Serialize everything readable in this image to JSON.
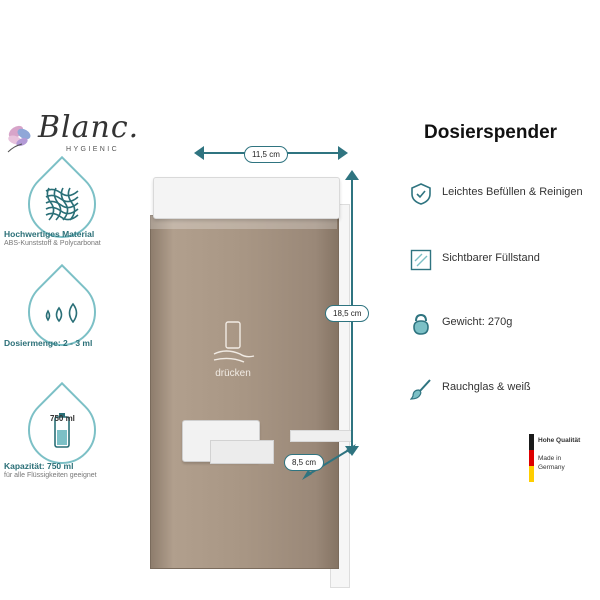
{
  "brand": {
    "name": "Blanc.",
    "tagline": "HYGIENIC"
  },
  "left_features": [
    {
      "title": "Hochwertiges Material",
      "subtitle": "ABS-Kunststoff & Polycarbonat",
      "icon": "mesh-material-icon"
    },
    {
      "title": "Dosiermenge: 2 - 3 ml",
      "subtitle": "",
      "icon": "drops-icon"
    },
    {
      "title": "Kapazität: 750 ml",
      "subtitle": "für alle Flüssigkeiten geeignet",
      "icon": "bottle-icon",
      "icon_label": "750 ml"
    }
  ],
  "product": {
    "press_label": "drücken"
  },
  "dimensions": {
    "width": "11,5 cm",
    "height": "18,5 cm",
    "depth": "8,5 cm"
  },
  "title": "Dosierspender",
  "right_features": [
    {
      "label": "Leichtes Befüllen & Reinigen",
      "icon": "shield-check-icon"
    },
    {
      "label": "Sichtbarer Füllstand",
      "icon": "level-window-icon"
    },
    {
      "label": "Gewicht: 270g",
      "icon": "kettlebell-icon"
    },
    {
      "label": "Rauchglas & weiß",
      "icon": "paintbrush-icon"
    }
  ],
  "quality": {
    "line1": "Hohe Qualität",
    "line2": "Made in",
    "line3": "Germany",
    "flag_colors": [
      "#1a1a1a",
      "#dd0000",
      "#ffce00"
    ]
  },
  "colors": {
    "accent": "#2f7480",
    "accent_light": "#7cc0c6",
    "tank": "#a89684"
  }
}
